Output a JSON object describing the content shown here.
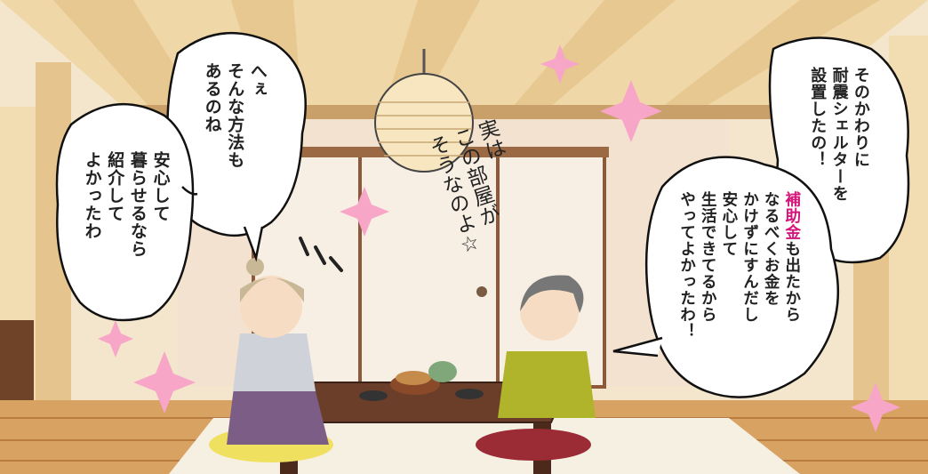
{
  "bubbles": {
    "right": {
      "first": [
        "そのかわりに",
        "耐震シェルターを",
        "設置したの！"
      ],
      "second_highlight": "補助金",
      "second": [
        "も出たから",
        "なるべくお金を",
        "かけずにすんだし",
        "安心して",
        "生活できてるから",
        "やってよかったわ！"
      ]
    },
    "left": {
      "first": [
        "へぇ",
        "そんな方法も",
        "あるのね"
      ],
      "second": [
        "安心して",
        "暮らせるなら",
        "紹介して",
        "よかったわ"
      ]
    }
  },
  "handwritten": [
    "実は",
    "この部屋が",
    "そうなのよ☆"
  ],
  "colors": {
    "highlight": "#d4157a",
    "sparkle": "#f7a6c8",
    "wood": "#e9c995",
    "floor": "#d59a5a"
  }
}
